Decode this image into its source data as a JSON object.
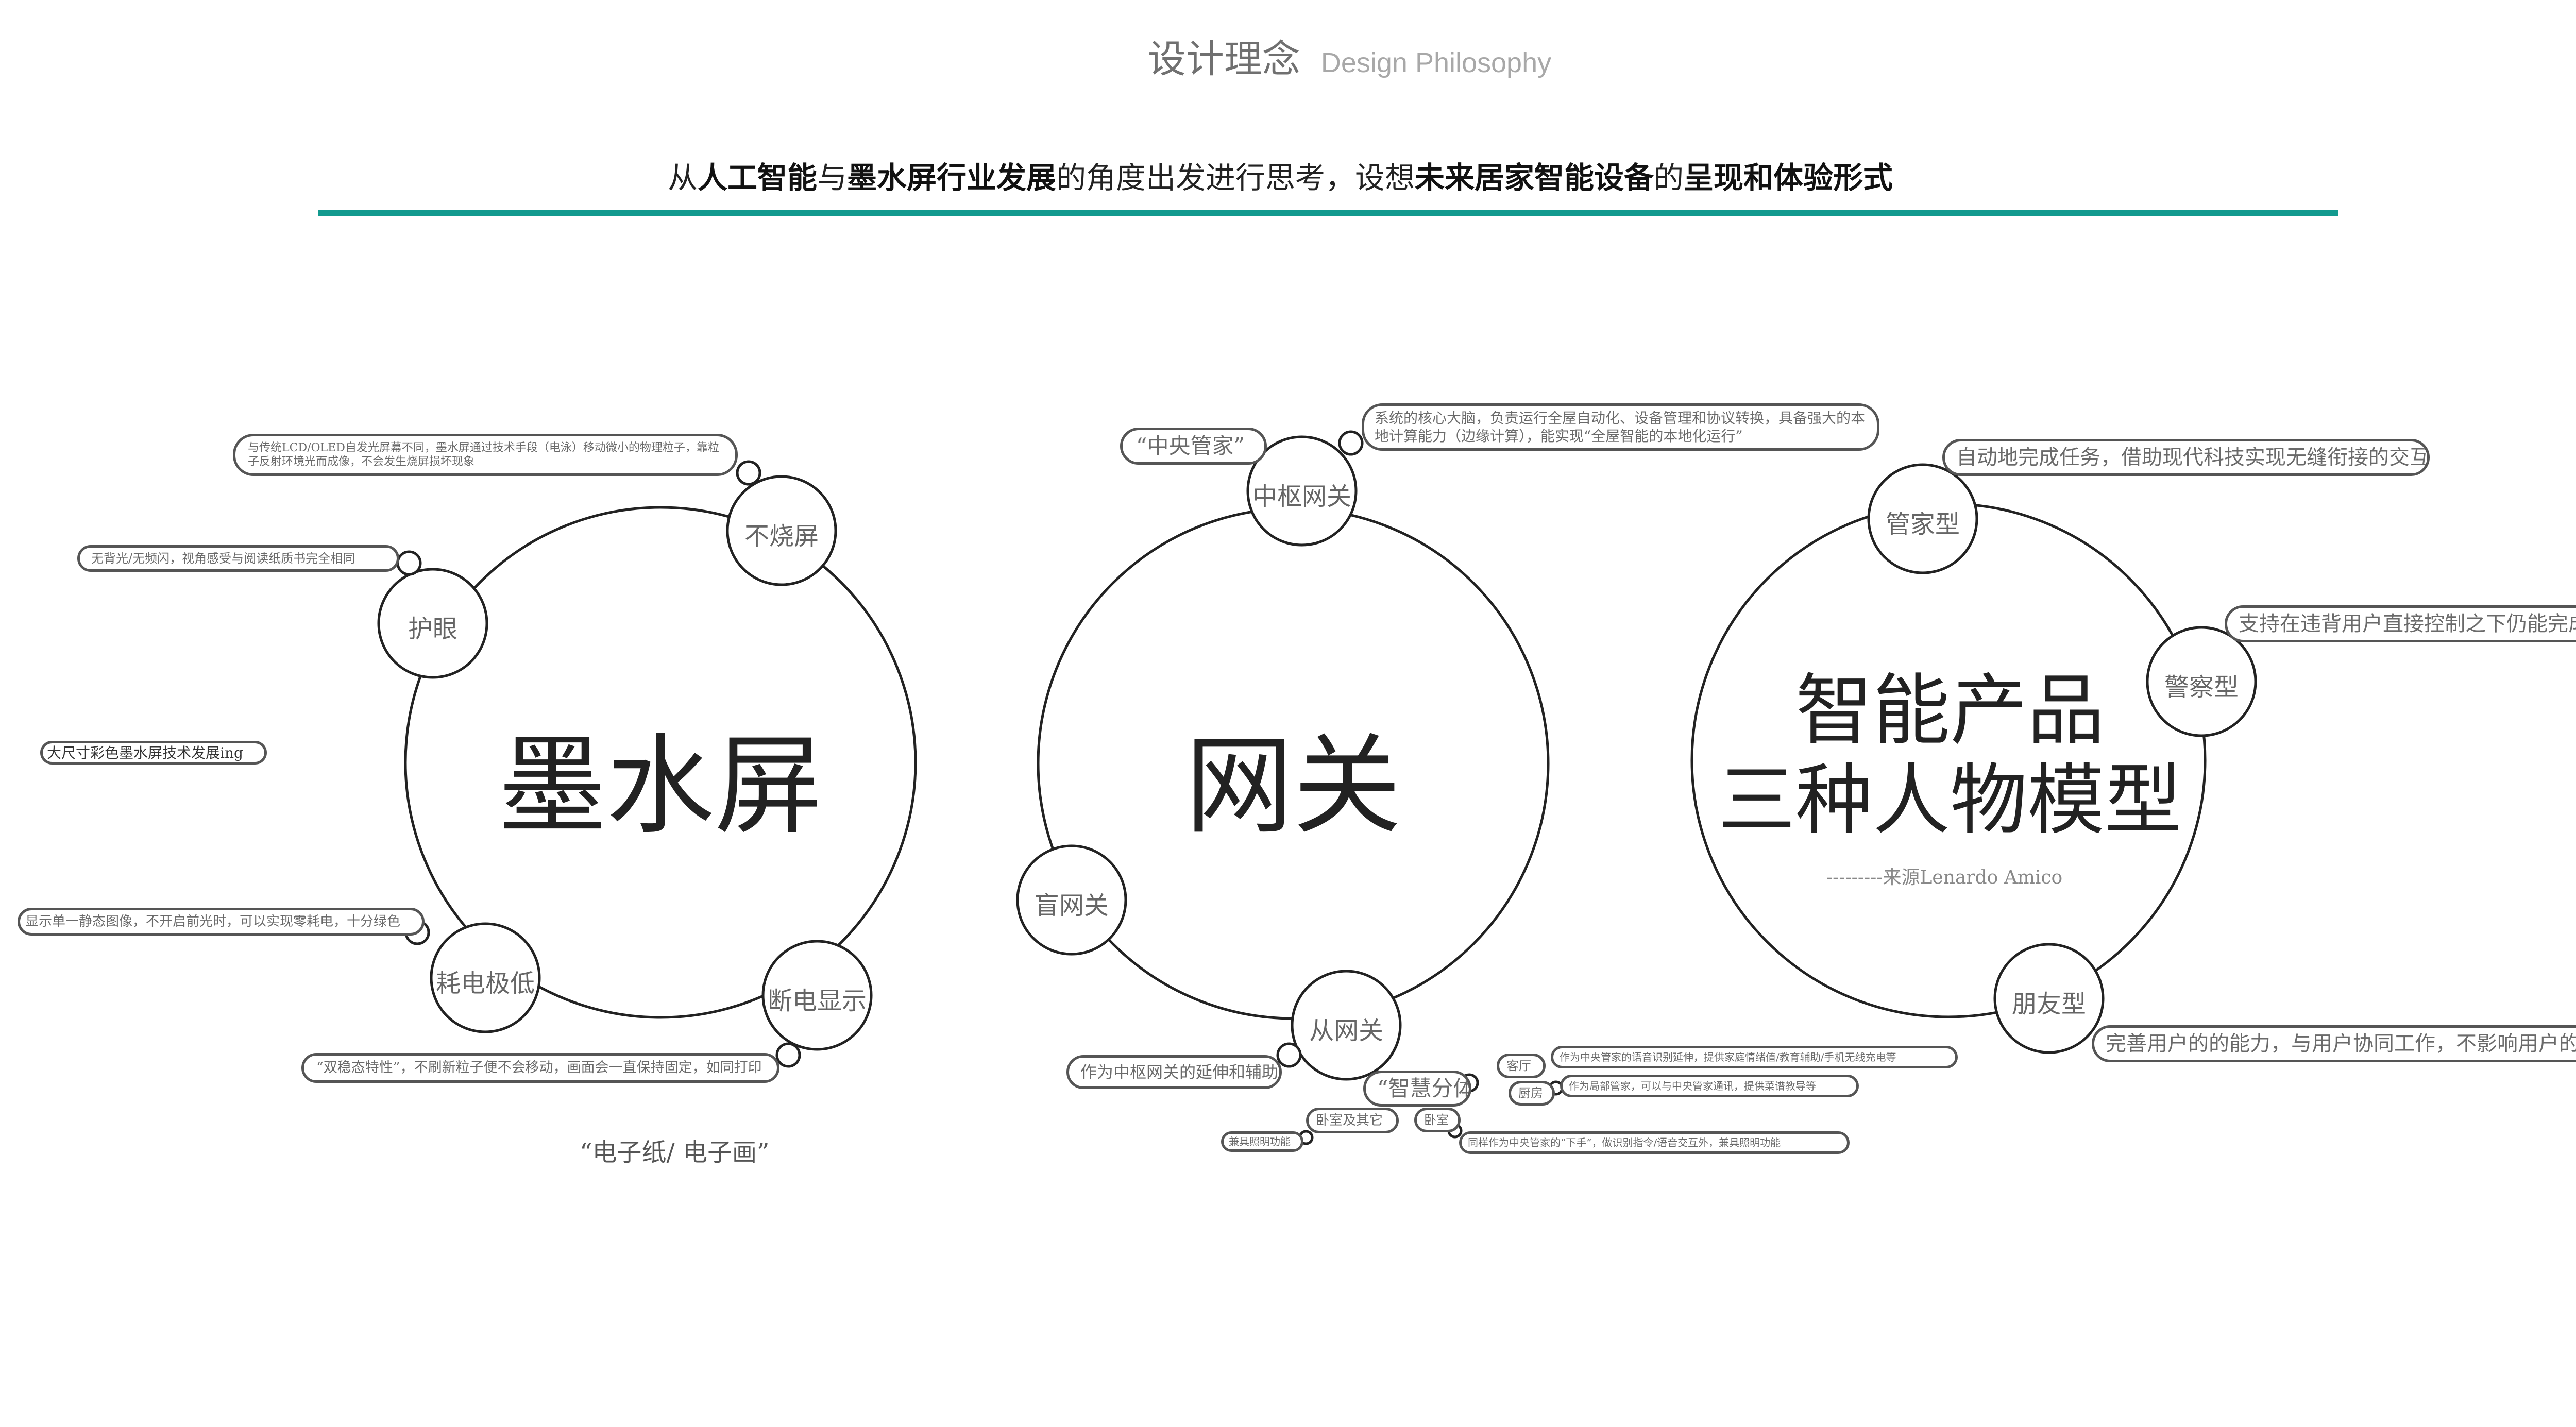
{
  "header": {
    "title_cn": "设计理念",
    "title_en": "Design Philosophy",
    "subtitle_parts": [
      {
        "text": "从",
        "bold": false
      },
      {
        "text": "人工智能",
        "bold": true
      },
      {
        "text": "与",
        "bold": false
      },
      {
        "text": "墨水屏行业发展",
        "bold": true
      },
      {
        "text": "的角度出发进行思考，设想",
        "bold": false
      },
      {
        "text": "未来居家智能设备",
        "bold": true
      },
      {
        "text": "的",
        "bold": false
      },
      {
        "text": "呈现和体验形式",
        "bold": true
      }
    ]
  },
  "colors": {
    "accent": "#129a8f",
    "stroke": "#222222",
    "muted_text": "#6a6a6a"
  },
  "eink": {
    "center": "墨水屏",
    "nodes": {
      "no_burn": "不烧屏",
      "eye_care": "护眼",
      "low_power": "耗电极低",
      "power_off_display": "断电显示"
    },
    "notes": {
      "no_burn": "与传统LCD/OLED自发光屏幕不同，墨水屏通过技术手段（电泳）移动微小的物理粒子，靠粒子反射环境光而成像，不会发生烧屏损坏现象",
      "eye_care": "无背光/无频闪，视角感受与阅读纸质书完全相同",
      "trend": "大尺寸彩色墨水屏技术发展ing",
      "low_power": "显示单一静态图像，不开启前光时，可以实现零耗电，十分绿色",
      "power_off": "“双稳态特性”，不刷新粒子便不会移动，画面会一直保持固定，如同打印"
    },
    "footer": "“电子纸/ 电子画”"
  },
  "gateway": {
    "center": "网关",
    "nodes": {
      "hub": "中枢网关",
      "blind": "盲网关",
      "sub": "从网关"
    },
    "hub_alias": "“中央管家”",
    "hub_note": "系统的核心大脑，负责运行全屋自动化、设备管理和协议转换，具备强大的本地计算能力（边缘计算），能实现“全屋智能的本地化运行”",
    "sub_note": "作为中枢网关的延伸和辅助",
    "smart_split": "“智慧分体”",
    "rooms": {
      "living": "客厅",
      "kitchen": "厨房",
      "bedroom": "卧室",
      "study": "卧室及其它"
    },
    "room_notes": {
      "living": "作为中央管家的语音识别延伸，提供家庭情绪值/教育辅助/手机无线充电等",
      "kitchen": "作为局部管家，可以与中央管家通讯，提供菜谱教导等",
      "bedroom": "同样作为中央管家的“下手”，做识别指令/语音交互外，兼具照明功能",
      "study": "兼具照明功能"
    }
  },
  "products": {
    "center_line1": "智能产品",
    "center_line2": "三种人物模型",
    "source": "---------来源Lenardo Amico",
    "nodes": {
      "butler": "管家型",
      "police": "警察型",
      "friend": "朋友型"
    },
    "notes": {
      "butler": "自动地完成任务，借助现代科技实现无缝衔接的交互",
      "police": "支持在违背用户直接控制之下仍能完成设定目标",
      "friend": "完善用户的的能力，与用户协同工作，不影响用户的最终决策"
    }
  }
}
